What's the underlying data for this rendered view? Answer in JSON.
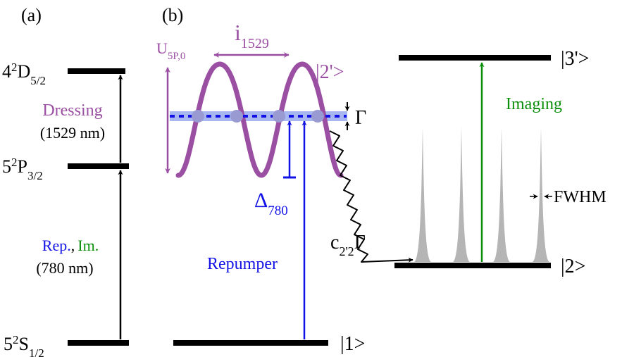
{
  "panels": {
    "a": {
      "label": "(a)"
    },
    "b": {
      "label": "(b)"
    }
  },
  "levels_a": {
    "s": {
      "main": "5",
      "sup": "2",
      "letter": "S",
      "sub": "1/2"
    },
    "p": {
      "main": "5",
      "sup": "2",
      "letter": "P",
      "sub": "3/2"
    },
    "d": {
      "main": "4",
      "sup": "2",
      "letter": "D",
      "sub": "5/2"
    }
  },
  "transitions_a": {
    "dressing": {
      "name": "Dressing",
      "wavelength": "(1529 nm)"
    },
    "probe": {
      "rep": "Rep.",
      "comma": ",",
      "im": "Im.",
      "wavelength": "(780 nm)"
    }
  },
  "panel_b": {
    "u_label": {
      "main": "U",
      "sub": "5P,0"
    },
    "i_label": {
      "main": "i",
      "sub": "1529"
    },
    "state_2p": "|2'>",
    "state_3p": "|3'>",
    "state_2": "|2>",
    "state_1": "|1>",
    "gamma": "Γ",
    "detuning": {
      "main": "Δ",
      "sub": "780"
    },
    "decay": {
      "main": "c",
      "sub": "2'2",
      "tail": "Γ"
    },
    "repumper": "Repumper",
    "imaging": "Imaging",
    "fwhm": "FWHM"
  },
  "colors": {
    "black": "#000000",
    "purple": "#9b4fa3",
    "blue": "#1212e6",
    "light_blue": "#a9b7f0",
    "green": "#0a8f0a",
    "gray": "#b5b5b5",
    "dot": "#9a9ad2"
  }
}
